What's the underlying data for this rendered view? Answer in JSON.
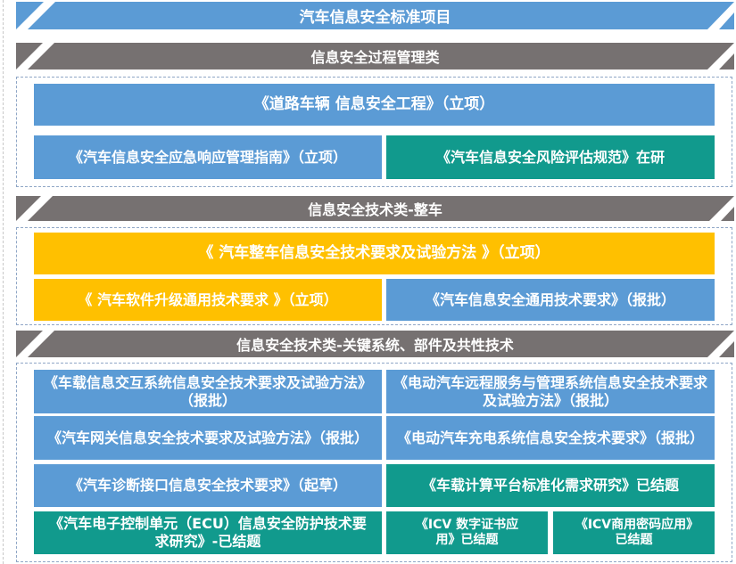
{
  "title": "汽车信息安全标准项目",
  "sections": [
    {
      "heading": "信息安全过程管理类",
      "items": [
        "《道路车辆 信息安全工程》（立项）",
        "《汽车信息安全应急响应管理指南》（立项）",
        "《汽车信息安全风险评估规范》在研"
      ]
    },
    {
      "heading": "信息安全技术类-整车",
      "items": [
        "《 汽车整车信息安全技术要求及试验方法 》（立项）",
        "《 汽车软件升级通用技术要求 》（立项）",
        "《汽车信息安全通用技术要求》（报批）"
      ]
    },
    {
      "heading": "信息安全技术类-关键系统、部件及共性技术",
      "items": [
        "《车载信息交互系统信息安全技术要求及试验方法》（报批）",
        "《电动汽车远程服务与管理系统信息安全技术要求及试验方法》（报批）",
        "《汽车网关信息安全技术要求及试验方法》（报批）",
        "《电动汽车充电系统信息安全技术要求》（报批）",
        "《汽车诊断接口信息安全技术要求》（起草）",
        "《车载计算平台标准化需求研究》已结题",
        "《汽车电子控制单元（ECU）信息安全防护技术要求研究》-已结题",
        "《ICV 数字证书应用》已结题",
        "《ICV商用密码应用》已结题"
      ]
    }
  ],
  "colors": {
    "blue": "#5b9bd5",
    "teal": "#119a8d",
    "yellow": "#ffc000",
    "gray": "#767171"
  }
}
